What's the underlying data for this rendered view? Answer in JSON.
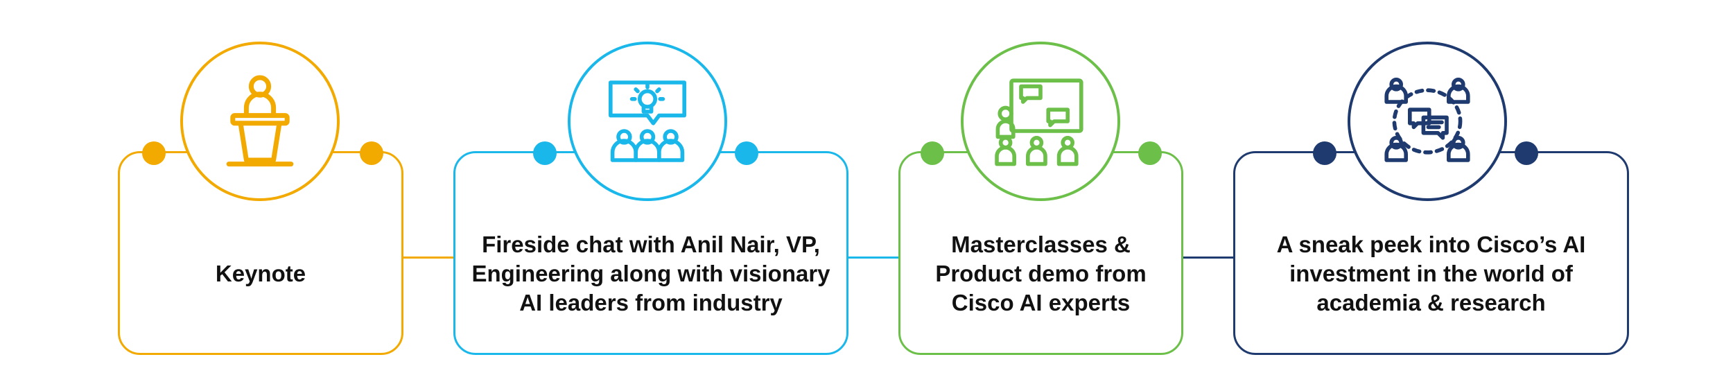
{
  "steps": [
    {
      "label": "Keynote",
      "icon": "speaker-podium-icon",
      "color": "#f2a900"
    },
    {
      "label": "Fireside chat with Anil Nair, VP, Engineering along with visionary AI leaders from industry",
      "icon": "audience-idea-icon",
      "color": "#1ab7ea"
    },
    {
      "label": "Masterclasses & Product demo from Cisco AI experts",
      "icon": "presentation-class-icon",
      "color": "#6cc04a"
    },
    {
      "label": "A sneak peek into Cisco’s AI investment in the world of academia & research",
      "icon": "discussion-network-icon",
      "color": "#1e3a6e"
    }
  ]
}
